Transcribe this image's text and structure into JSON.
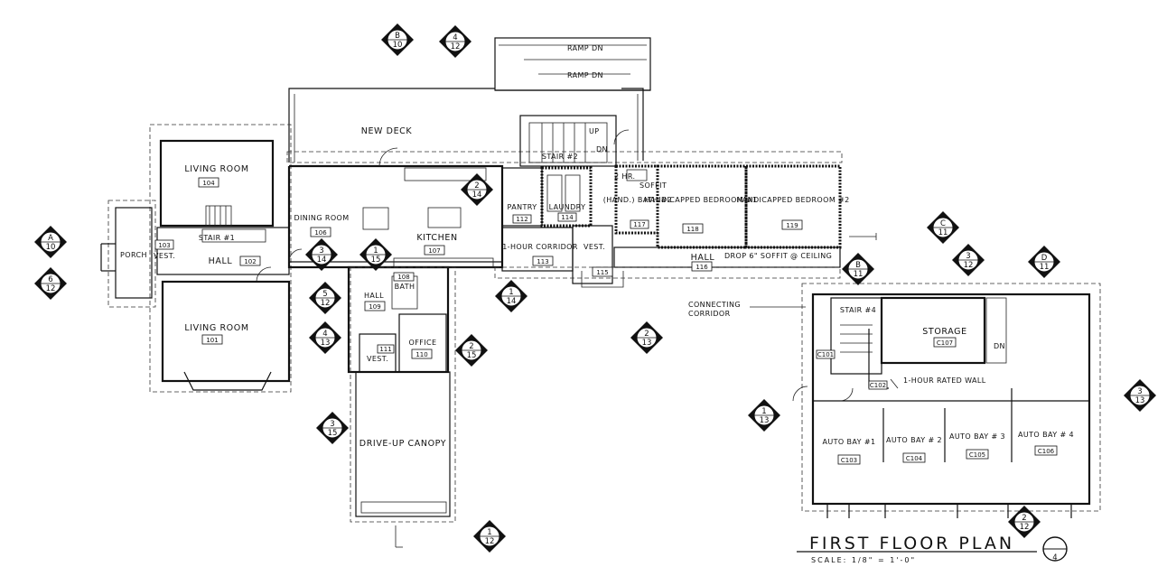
{
  "drawing": {
    "title": "FIRST FLOOR PLAN",
    "scale": "SCALE: 1/8\" = 1'-0\"",
    "sheet_marker": "4"
  },
  "rooms": [
    {
      "name": "LIVING ROOM",
      "number": "104"
    },
    {
      "name": "LIVING ROOM",
      "number": "101"
    },
    {
      "name": "PORCH",
      "number": ""
    },
    {
      "name": "VEST.",
      "number": "103"
    },
    {
      "name": "HALL",
      "number": "102"
    },
    {
      "name": "STAIR #1",
      "number": ""
    },
    {
      "name": "DINING ROOM",
      "number": "106"
    },
    {
      "name": "KITCHEN",
      "number": "107"
    },
    {
      "name": "NEW DECK",
      "number": ""
    },
    {
      "name": "HALL",
      "number": "109"
    },
    {
      "name": "BATH",
      "number": "108"
    },
    {
      "name": "VEST.",
      "number": "111"
    },
    {
      "name": "OFFICE",
      "number": "110"
    },
    {
      "name": "DRIVE-UP CANOPY",
      "number": ""
    },
    {
      "name": "PANTRY",
      "number": "112"
    },
    {
      "name": "LAUNDRY",
      "number": "114"
    },
    {
      "name": "1-HOUR CORRIDOR",
      "number": "113"
    },
    {
      "name": "STAIR #2",
      "number": ""
    },
    {
      "name": "VEST.",
      "number": "115"
    },
    {
      "name": "(HAND.) BATH #2",
      "number": "117"
    },
    {
      "name": "HANDICAPPED BEDROOM #1",
      "number": "118"
    },
    {
      "name": "HANDICAPPED BEDROOM #2",
      "number": "119"
    },
    {
      "name": "HALL",
      "number": "116"
    },
    {
      "name": "STAIR #4",
      "number": ""
    },
    {
      "name": "STORAGE",
      "number": "C107"
    },
    {
      "name": "AUTO BAY #1",
      "number": "C103"
    },
    {
      "name": "AUTO BAY # 2",
      "number": "C104"
    },
    {
      "name": "AUTO BAY # 3",
      "number": "C105"
    },
    {
      "name": "AUTO BAY # 4",
      "number": "C106"
    }
  ],
  "annotations": {
    "ramp_top": "RAMP DN",
    "ramp_bottom": "RAMP DN",
    "stair2_up": "UP",
    "stair2_dn": "DN",
    "rated": "2 HR.",
    "soffit": "SOFFIT",
    "drop": "DROP 6\" SOFFIT @ CEILING",
    "connecting_1": "CONNECTING",
    "connecting_2": "CORRIDOR",
    "rated_wall": "1-HOUR RATED WALL",
    "dn": "DN",
    "c101": "C101",
    "c102": "C102"
  },
  "section_markers": [
    {
      "id": "B",
      "sheet": "10"
    },
    {
      "id": "4",
      "sheet": "12"
    },
    {
      "id": "A",
      "sheet": "10"
    },
    {
      "id": "6",
      "sheet": "12"
    },
    {
      "id": "2",
      "sheet": "14"
    },
    {
      "id": "3",
      "sheet": "14"
    },
    {
      "id": "1",
      "sheet": "15"
    },
    {
      "id": "5",
      "sheet": "12"
    },
    {
      "id": "4",
      "sheet": "13"
    },
    {
      "id": "2",
      "sheet": "15"
    },
    {
      "id": "1",
      "sheet": "14"
    },
    {
      "id": "2",
      "sheet": "13"
    },
    {
      "id": "3",
      "sheet": "15"
    },
    {
      "id": "1",
      "sheet": "12"
    },
    {
      "id": "C",
      "sheet": "11"
    },
    {
      "id": "3",
      "sheet": "12"
    },
    {
      "id": "D",
      "sheet": "11"
    },
    {
      "id": "B",
      "sheet": "11"
    },
    {
      "id": "1",
      "sheet": "13"
    },
    {
      "id": "3",
      "sheet": "13"
    },
    {
      "id": "2",
      "sheet": "12"
    }
  ]
}
